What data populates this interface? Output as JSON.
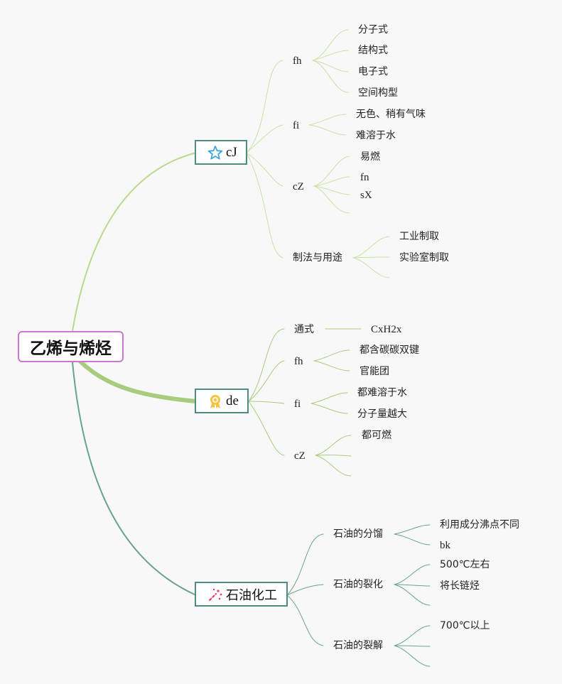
{
  "root": {
    "label": "乙烯与烯烃"
  },
  "branches": [
    {
      "label": "cJ",
      "icon": "star-icon",
      "children": [
        {
          "label": "fh",
          "children": [
            "分子式",
            "结构式",
            "电子式",
            "空间构型"
          ]
        },
        {
          "label": "fi",
          "children": [
            "无色、稍有气味",
            "难溶于水"
          ]
        },
        {
          "label": "cZ",
          "children": [
            "易燃",
            "fn",
            "sX",
            ""
          ]
        },
        {
          "label": "制法与用途",
          "children": [
            "工业制取",
            "实验室制取",
            ""
          ]
        }
      ]
    },
    {
      "label": "de",
      "icon": "award-icon",
      "children": [
        {
          "label": "通式",
          "children": [
            "CxH2x"
          ]
        },
        {
          "label": "fh",
          "children": [
            "都含碳碳双键",
            "官能团"
          ]
        },
        {
          "label": "fi",
          "children": [
            "都难溶于水",
            "分子量越大"
          ]
        },
        {
          "label": "cZ",
          "children": [
            "都可燃",
            "",
            ""
          ]
        }
      ]
    },
    {
      "label": "石油化工",
      "icon": "sparkle-icon",
      "children": [
        {
          "label": "石油的分馏",
          "children": [
            "利用成分沸点不同",
            "bk"
          ]
        },
        {
          "label": "石油的裂化",
          "children": [
            "500℃左右",
            "将长链烃",
            ""
          ]
        },
        {
          "label": "石油的裂解",
          "children": [
            "700℃以上",
            "",
            ""
          ]
        }
      ]
    }
  ],
  "colors": {
    "branch1_line": "#b9d98e",
    "branch2_line": "#a8cb7e",
    "branch3_line": "#6aa588",
    "root_border": "#cc77cc",
    "node_border": "#4e8b83",
    "background": "#f8f8f8"
  }
}
